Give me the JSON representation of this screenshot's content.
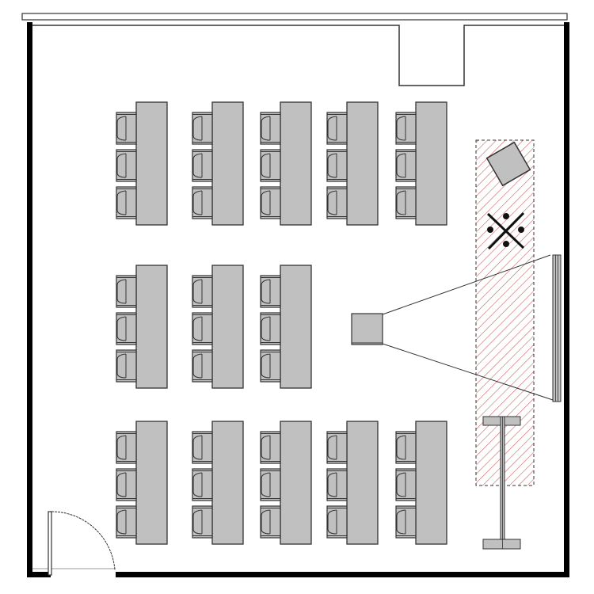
{
  "floor_plan": {
    "desk_rows": [
      {
        "tables": 5,
        "chairs_per_table": 3
      },
      {
        "tables": 3,
        "chairs_per_table": 3
      },
      {
        "tables": 5,
        "chairs_per_table": 3
      }
    ],
    "colors": {
      "wall": "#000000",
      "furniture_fill": "#c0c0c0",
      "outline": "#333333",
      "hatch": "#c86464",
      "background": "#ffffff"
    },
    "icons": [
      "door-icon",
      "projector-icon",
      "projection-screen-icon",
      "lectern-icon",
      "presenter-table-icon",
      "presenter-position-icon"
    ]
  }
}
